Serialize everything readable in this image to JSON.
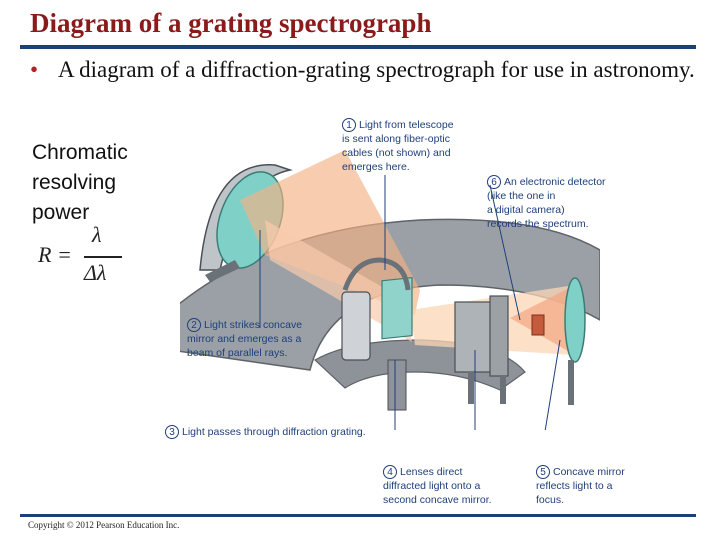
{
  "slide": {
    "title": "Diagram of a grating spectrograph",
    "bullet": "A diagram of a diffraction-grating spectrograph for use in astronomy.",
    "side_label_lines": [
      "Chromatic",
      "resolving",
      "power"
    ],
    "formula": {
      "lhs": "R =",
      "numerator": "λ",
      "denominator": "Δλ"
    },
    "copyright": "Copyright © 2012 Pearson Education Inc.",
    "accent_title": "#8b1a1a",
    "accent_rule": "#1f3f7a",
    "accent_bullet": "#b22222"
  },
  "callouts": [
    {
      "n": "1",
      "lines": [
        "Light from telescope",
        "is sent along fiber-optic",
        "cables (not shown) and",
        "emerges here."
      ]
    },
    {
      "n": "2",
      "lines": [
        "Light strikes concave",
        "mirror and emerges as a",
        "beam of parallel rays."
      ]
    },
    {
      "n": "3",
      "lines": [
        "Light passes through diffraction grating."
      ]
    },
    {
      "n": "4",
      "lines": [
        "Lenses direct",
        "diffracted light onto a",
        "second concave mirror."
      ]
    },
    {
      "n": "5",
      "lines": [
        "Concave mirror",
        "reflects light to a",
        "focus."
      ]
    },
    {
      "n": "6",
      "lines": [
        "An electronic detector",
        "(like the one in",
        "a digital camera)",
        "records the spectrum."
      ]
    }
  ]
}
